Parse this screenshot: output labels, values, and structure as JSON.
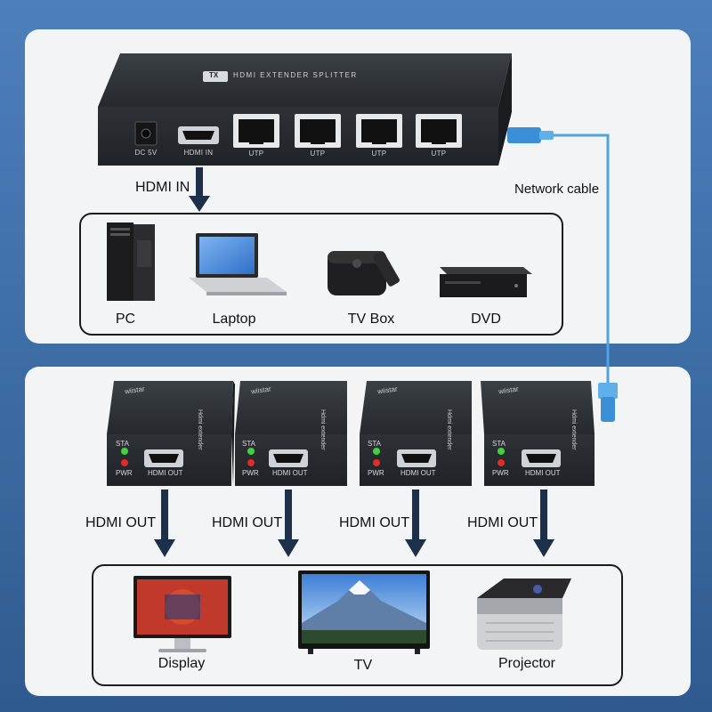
{
  "splitter": {
    "top_text": "HDMI EXTENDER SPLITTER",
    "badge": "TX",
    "ports": {
      "power": "DC 5V",
      "hdmi_in": "HDMI IN",
      "utp_labels": [
        "UTP",
        "UTP",
        "UTP",
        "UTP"
      ]
    }
  },
  "hdmi_in_label": "HDMI IN",
  "network_cable_label": "Network cable",
  "sources": [
    {
      "label": "PC",
      "icon": "pc-tower-icon"
    },
    {
      "label": "Laptop",
      "icon": "laptop-icon"
    },
    {
      "label": "TV Box",
      "icon": "tv-box-icon"
    },
    {
      "label": "DVD",
      "icon": "dvd-player-icon"
    }
  ],
  "receivers": [
    {
      "brand": "wiistar",
      "side_text": "Hdmi extender",
      "sta": "STA",
      "pwr": "PWR",
      "port": "HDMI OUT",
      "arrow_label": "HDMI OUT"
    },
    {
      "brand": "wiistar",
      "side_text": "Hdmi extender",
      "sta": "STA",
      "pwr": "PWR",
      "port": "HDMI OUT",
      "arrow_label": "HDMI OUT"
    },
    {
      "brand": "wiistar",
      "side_text": "Hdmi extender",
      "sta": "STA",
      "pwr": "PWR",
      "port": "HDMI OUT",
      "arrow_label": "HDMI OUT"
    },
    {
      "brand": "wiistar",
      "side_text": "Hdmi extender",
      "sta": "STA",
      "pwr": "PWR",
      "port": "HDMI OUT",
      "arrow_label": "HDMI OUT"
    }
  ],
  "displays": [
    {
      "label": "Display",
      "icon": "monitor-icon"
    },
    {
      "label": "TV",
      "icon": "tv-icon"
    },
    {
      "label": "Projector",
      "icon": "projector-icon"
    }
  ],
  "colors": {
    "background": "#3f6fa8",
    "panel": "#f3f4f6",
    "device_body": "#2b2f33",
    "cable": "#4fa3e0",
    "arrow": "#1e2f4a",
    "led_green": "#3fd23f",
    "led_red": "#e22b2b"
  }
}
